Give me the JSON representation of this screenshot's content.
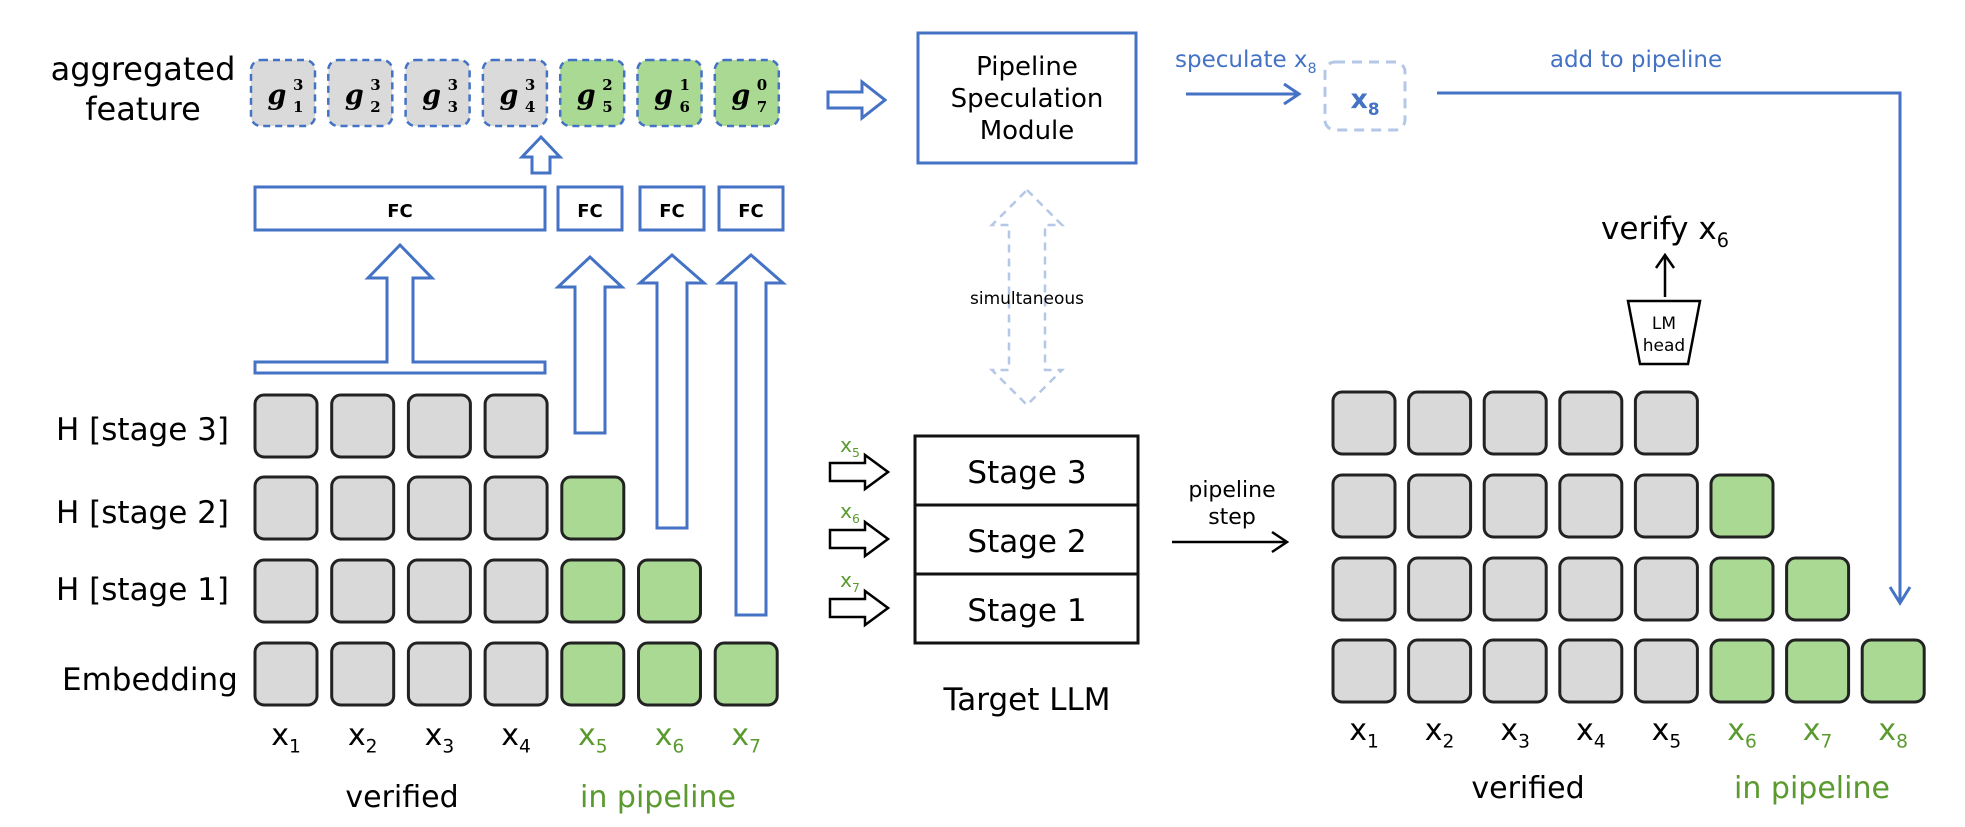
{
  "left": {
    "feature_label_line1": "aggregated",
    "feature_label_line2": "feature",
    "features": [
      {
        "base": "g",
        "sub": "1",
        "sup": "3",
        "state": "verified"
      },
      {
        "base": "g",
        "sub": "2",
        "sup": "3",
        "state": "verified"
      },
      {
        "base": "g",
        "sub": "3",
        "sup": "3",
        "state": "verified"
      },
      {
        "base": "g",
        "sub": "4",
        "sup": "3",
        "state": "verified"
      },
      {
        "base": "g",
        "sub": "5",
        "sup": "2",
        "state": "pipeline"
      },
      {
        "base": "g",
        "sub": "6",
        "sup": "1",
        "state": "pipeline"
      },
      {
        "base": "g",
        "sub": "7",
        "sup": "0",
        "state": "pipeline"
      }
    ],
    "fc_labels": [
      "FC",
      "FC",
      "FC",
      "FC"
    ],
    "row_labels": [
      "H [stage 3]",
      "H [stage 2]",
      "H [stage 1]",
      "Embedding"
    ],
    "tokens": [
      "x1",
      "x2",
      "x3",
      "x4",
      "x5",
      "x6",
      "x7"
    ],
    "verified_label": "verified",
    "pipeline_label": "in pipeline"
  },
  "middle": {
    "module_line1": "Pipeline",
    "module_line2": "Speculation",
    "module_line3": "Module",
    "simultaneous_label": "simultaneous",
    "stages": [
      "Stage 3",
      "Stage 2",
      "Stage 1"
    ],
    "stage_inputs": [
      "x5",
      "x6",
      "x7"
    ],
    "target_label": "Target LLM",
    "pipeline_step_line1": "pipeline",
    "pipeline_step_line2": "step"
  },
  "right": {
    "speculate_label": "speculate x8",
    "speculated_token": "x8",
    "add_label": "add to pipeline",
    "verify_label": "verify x6",
    "lm_head_line1": "LM",
    "lm_head_line2": "head",
    "tokens": [
      "x1",
      "x2",
      "x3",
      "x4",
      "x5",
      "x6",
      "x7",
      "x8"
    ],
    "verified_label": "verified",
    "pipeline_label": "in pipeline"
  },
  "colors": {
    "accent_blue": "#4472c4",
    "pipeline_green": "#a9d993",
    "verified_gray": "#d9d9d9",
    "green_text": "#5a9a2f"
  }
}
